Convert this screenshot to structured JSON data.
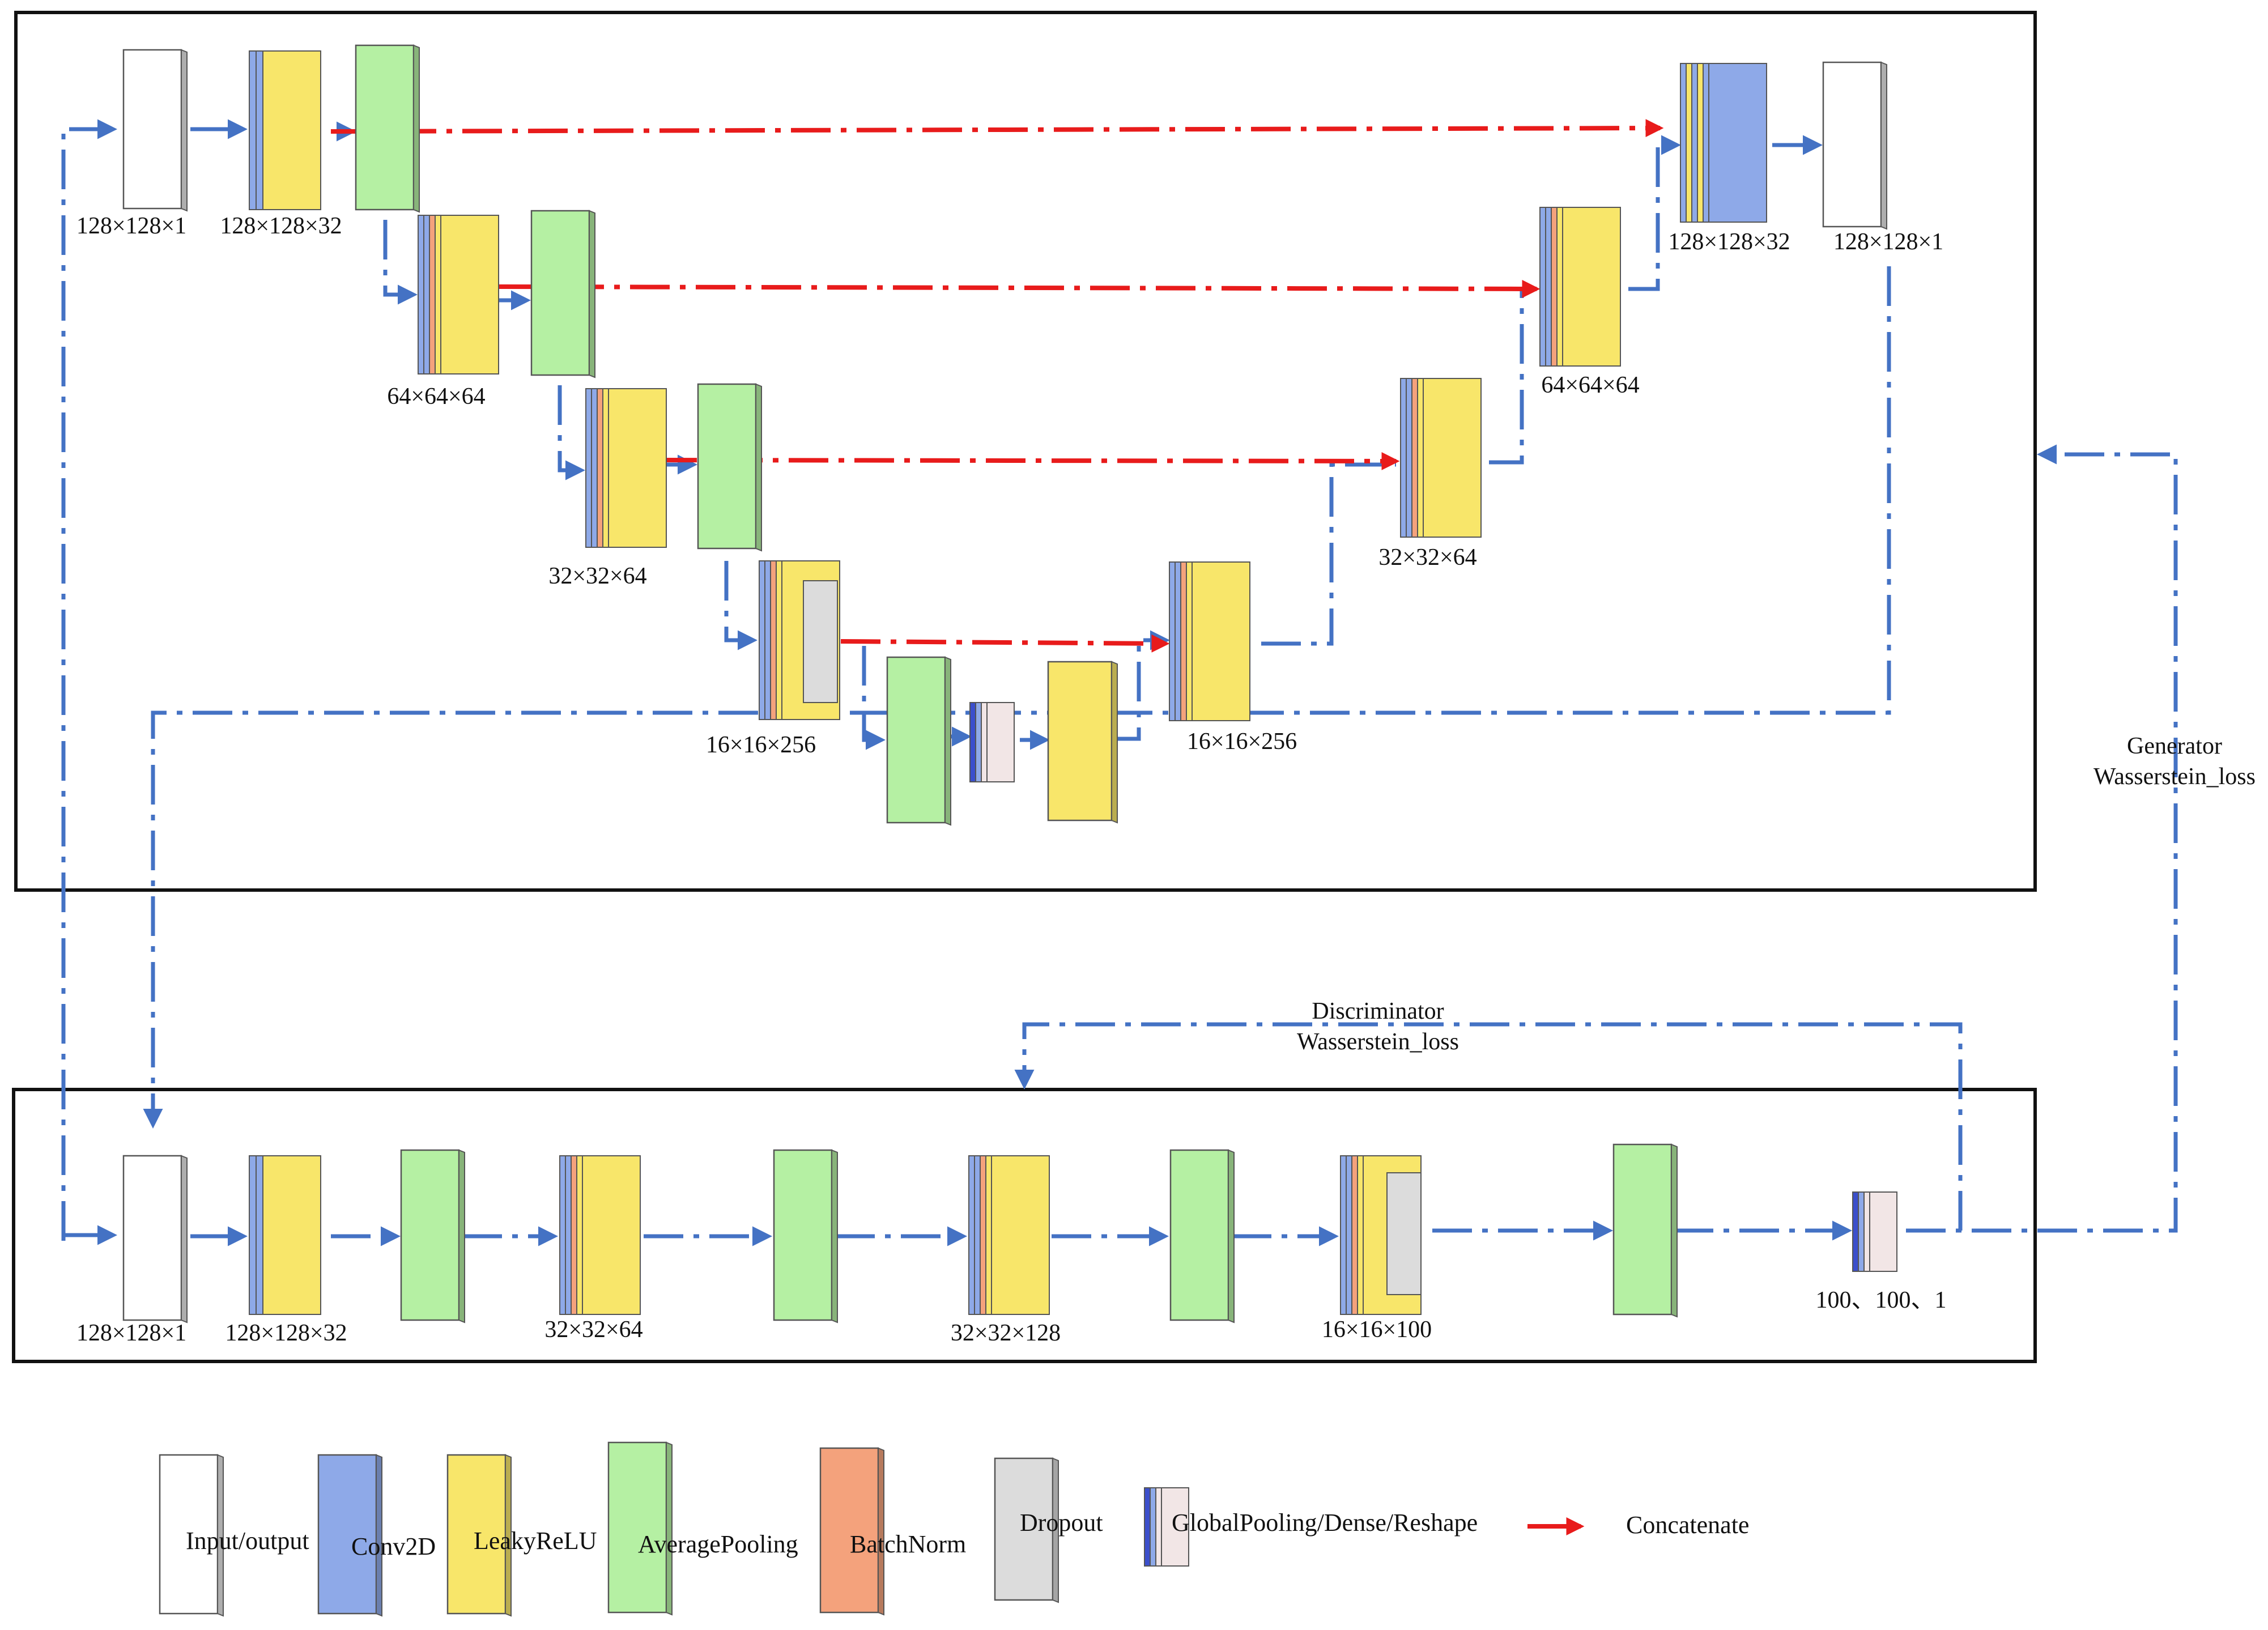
{
  "generator": {
    "labels": {
      "input": "128×128×1",
      "enc1": "128×128×32",
      "enc2": "64×64×64",
      "enc3": "32×32×64",
      "enc4": "16×16×256",
      "dec4": "16×16×256",
      "dec3": "32×32×64",
      "dec2": "64×64×64",
      "dec1": "128×128×32",
      "output": "128×128×1"
    }
  },
  "discriminator": {
    "labels": {
      "input": "128×128×1",
      "c1": "128×128×32",
      "c2": "32×32×64",
      "c3": "32×32×128",
      "c4": "16×16×100",
      "out": "100、100、1"
    }
  },
  "losses": {
    "discriminator_line1": "Discriminator",
    "discriminator_line2": "Wasserstein_loss",
    "generator_line1": "Generator",
    "generator_line2": "Wasserstein_loss"
  },
  "legend": {
    "input_output": "Input/output",
    "conv2d": "Conv2D",
    "leakyrelu": "LeakyReLU",
    "averagepooling": "AveragePooling",
    "batchnorm": "BatchNorm",
    "dropout": "Dropout",
    "global": "GlobalPooling/Dense/Reshape",
    "concatenate": "Concatenate"
  },
  "colors": {
    "conv2d": "#8EA9E8",
    "conv2d_dark": "#3B4FCC",
    "leakyrelu": "#F8E66A",
    "averagepooling": "#B5F0A3",
    "batchnorm": "#F4A27C",
    "dropout": "#DCDCDC",
    "dense": "#F2E6E6",
    "input_output": "#FFFFFF",
    "connector": "#4472C4",
    "concatenate": "#E81B1B"
  }
}
